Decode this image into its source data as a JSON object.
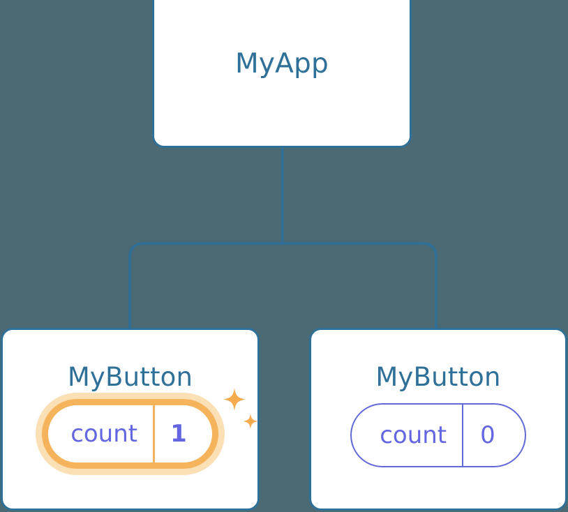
{
  "diagram": {
    "type": "component-tree",
    "background_color": "#4c6a73",
    "node_color": "#2f7099",
    "state_color": "#6366e0",
    "highlight_color": "#f5b45c",
    "highlight_glow_color": "#fbdfb5",
    "root": {
      "name": "root-node",
      "title": "MyApp"
    },
    "children": [
      {
        "name": "child-node-left",
        "title": "MyButton",
        "state": {
          "key": "count",
          "value": "1"
        },
        "highlighted": true,
        "sparkle_icons": [
          "sparkle-large-icon",
          "sparkle-small-icon"
        ]
      },
      {
        "name": "child-node-right",
        "title": "MyButton",
        "state": {
          "key": "count",
          "value": "0"
        },
        "highlighted": false,
        "sparkle_icons": []
      }
    ],
    "edges": [
      {
        "from": "MyApp",
        "to": "MyButton"
      },
      {
        "from": "MyApp",
        "to": "MyButton"
      }
    ]
  }
}
